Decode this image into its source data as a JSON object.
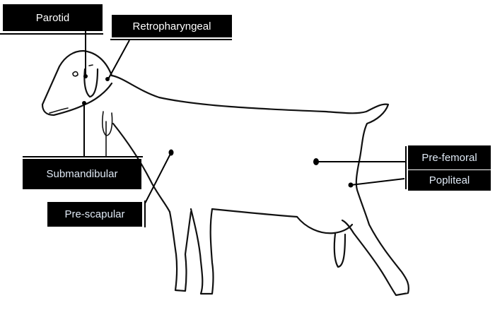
{
  "labels": {
    "parotid": "Parotid",
    "retropharyngeal": "Retropharyngeal",
    "submandibular": "Submandibular",
    "prescapular": "Pre-scapular",
    "prefemoral": "Pre-femoral",
    "popliteal": "Popliteal"
  },
  "colors": {
    "label_background": "#000000",
    "label_text_white": "#ffffff",
    "label_text_blue": "#dfe9f5",
    "outline": "#111111"
  }
}
